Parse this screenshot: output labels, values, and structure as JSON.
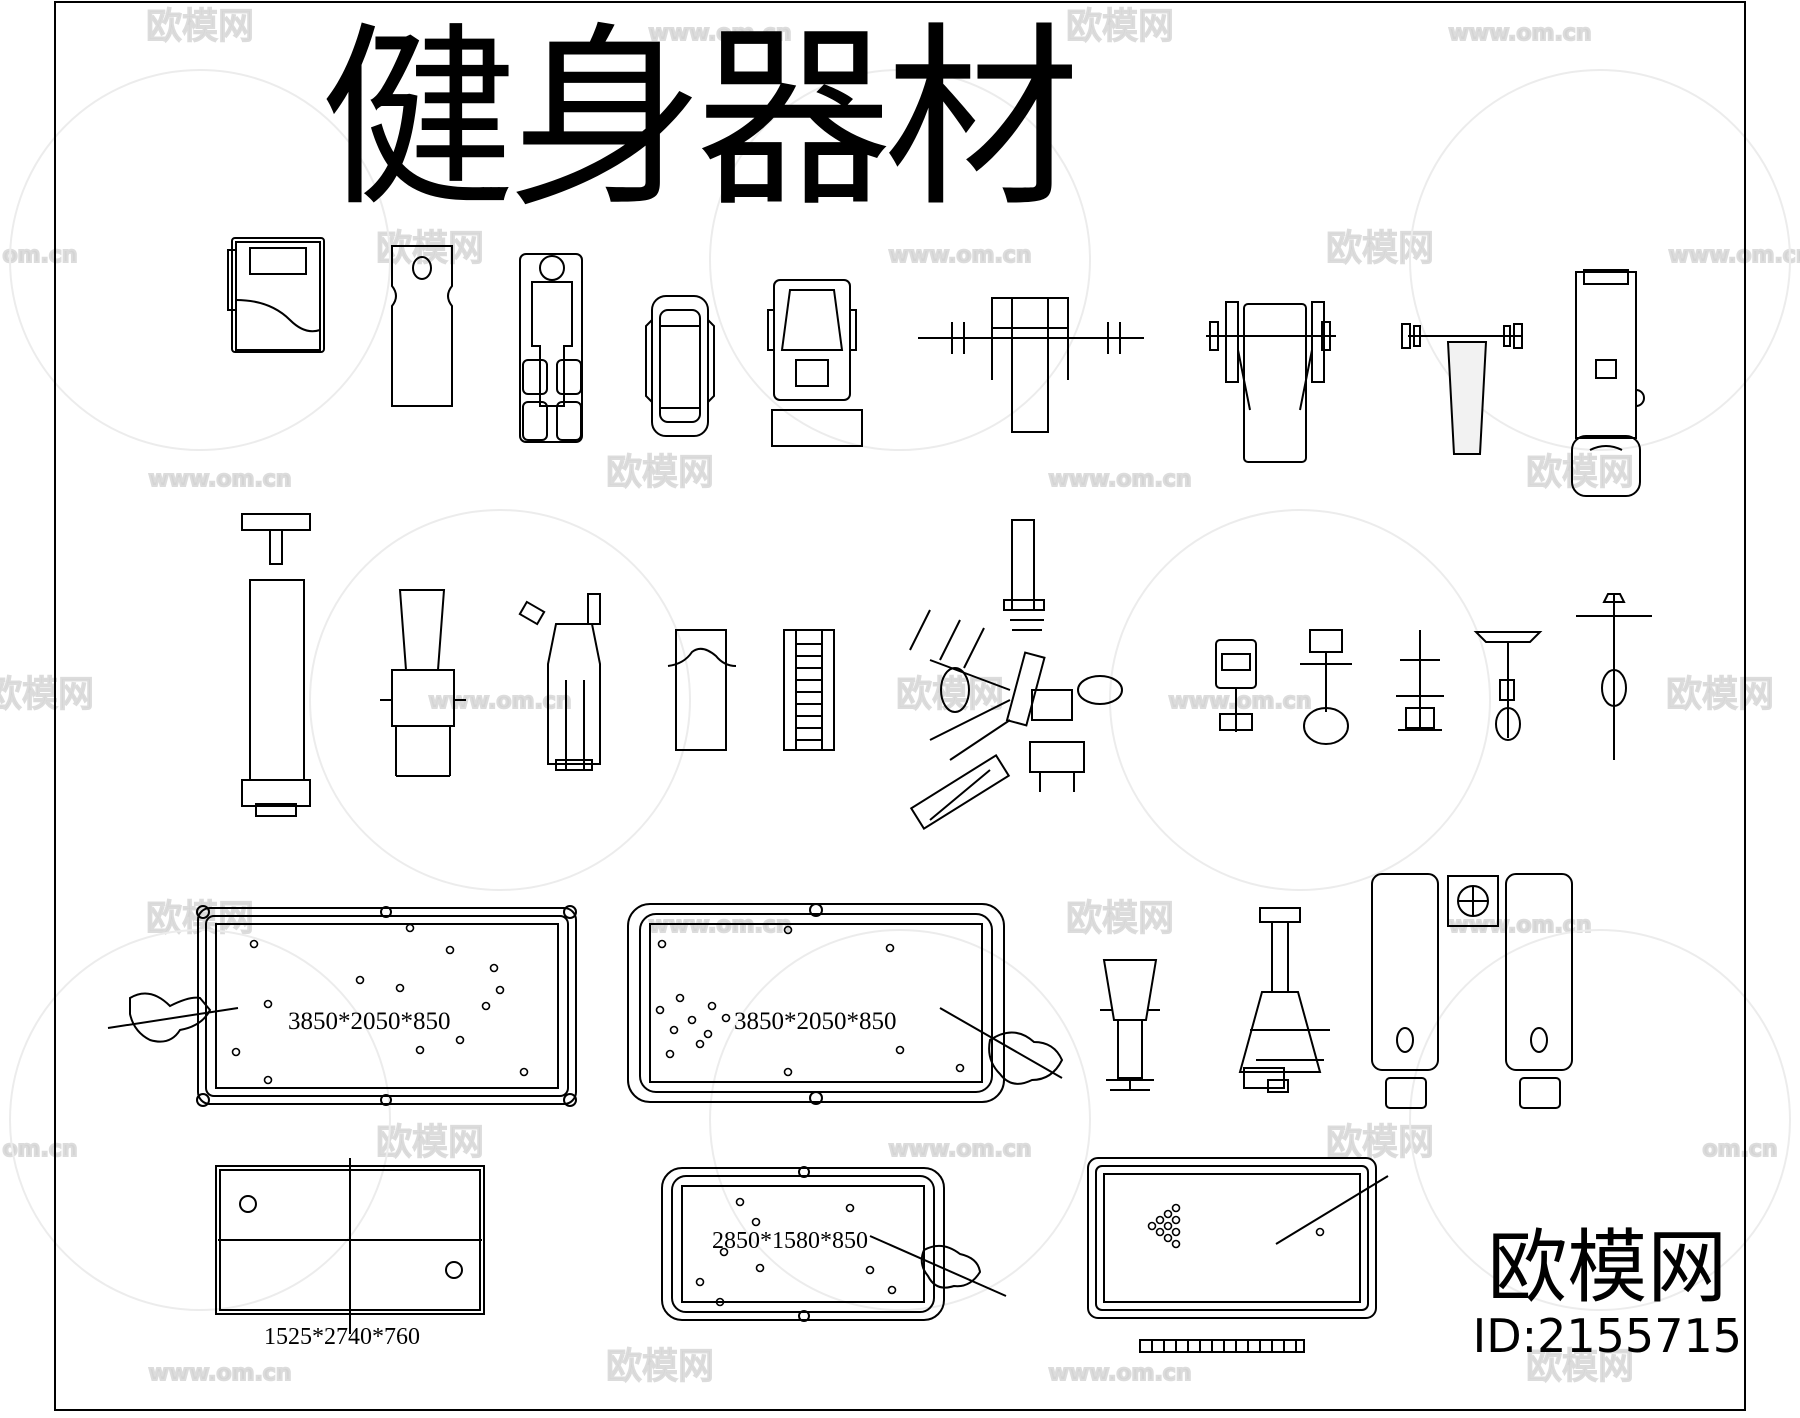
{
  "drawing": {
    "title": "健身器材",
    "dimension_labels": {
      "pool_table_left": "3850*2050*850",
      "pool_table_right": "3850*2050*850",
      "pool_table_small": "2850*1580*850",
      "ping_pong_table": "1525*2740*760"
    },
    "brand": {
      "name": "欧模网",
      "id": "ID:2155715"
    },
    "watermark": {
      "logo_text": "欧模网",
      "url_text": "www.om.cn",
      "partial_url_text": "om.cn"
    }
  }
}
